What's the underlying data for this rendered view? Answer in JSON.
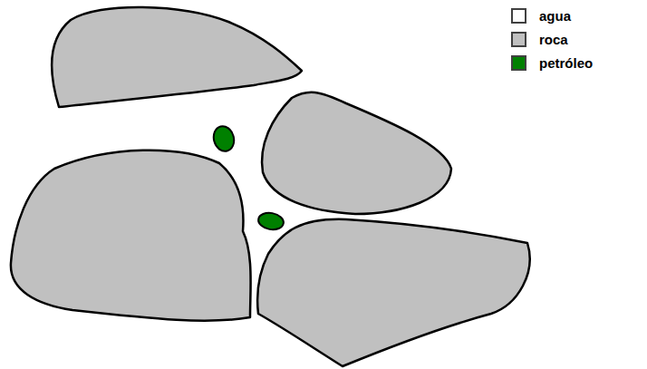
{
  "diagram": {
    "legend": [
      {
        "text": "agua",
        "color": "#ffffff"
      },
      {
        "text": "roca",
        "color": "#c0c0c0"
      },
      {
        "text": "petróleo",
        "color": "#008000"
      }
    ]
  }
}
